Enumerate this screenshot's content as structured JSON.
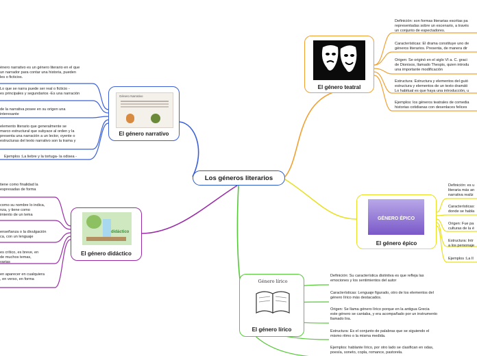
{
  "central": {
    "label": "Los géneros literarios"
  },
  "colors": {
    "narrativo": "#3a5fd8",
    "teatral": "#f0a030",
    "epico": "#e8e020",
    "lirico": "#55c838",
    "didactico": "#9a2aa8",
    "central": "#2a57c8"
  },
  "nodes": {
    "teatral": {
      "title": "El género teatral",
      "icon": "theatre-masks-icon"
    },
    "narrativo": {
      "title": "El género narrativo",
      "icon": "document-thumbnail-icon",
      "image_text": "Género Narrativo"
    },
    "epico": {
      "title": "El género épico",
      "icon": "epic-banner-icon",
      "image_text": "GÉNERO ÉPICO"
    },
    "didactico": {
      "title": "El género didáctico",
      "icon": "didactic-illustration-icon",
      "image_text": "didáctico"
    },
    "lirico": {
      "title": "El género lírico",
      "icon": "open-book-icon",
      "image_text": "Género lírico"
    }
  },
  "leaves": {
    "teatral": [
      "Definición: son formas literarias escritas pa\nrepresentadas sobre un escenario, a través\nun conjunto de espectadores.",
      "Características: El drama constituye uno de\ngéneros literarios. Presenta, de manera dir",
      "Origen: Se originó en el siglo VI a. C. graci\nde Dionisos, llamado Thespis, quien introdu\nuna importante modificación",
      "Estructura: Estructura y elementos del guió\nestructura y elementos de un texto dramáti\nLo habitual es que haya una introducción, u",
      "Ejemplos: los géneros teatrales de comedia\nhistorias cotidianas con desenlaces felices"
    ],
    "narrativo": [
      "énero narrativo es un género literario en el que\nun narrador para contar una historia, pueden\nles o ficticios.",
      "Lo que se narra puede ser real o ficticio -\nes principales y segundarios -Es una narración",
      "de la narrativa posee en su origen una\ninteresante",
      "elemento literario que generalmente se\nmarco estructural que subyace al orden y la\npresenta una narración a un lector, oyente o\nestructuras del texto narrativo son la trama y",
      "Ejemplos :La liebre y la tortuga- la odisea -"
    ],
    "epico": [
      "Definición: es u\nliteraria más an\nnarrativa realiz",
      "Características:\ndonde se habla",
      "Origen: Fue pa\nculturas de la é",
      "Estructura: Intr\na los personaje",
      "Ejemplos :La Il"
    ],
    "didactico": [
      "tiene como finalidad la\nespresadas de forma",
      "como su nombre lo indica,\nnza, y tiene como\nimiento de un tema",
      "enseñanza o la divulgación\nca, con un lenguaje",
      "es crítico, es breve, en\nde muchos temas,\nvarias",
      "en aparecer en cualquiera\n, en verso, en forma"
    ],
    "lirico": [
      "Definición: Su característica distintiva es que refleja las\nemociones y los sentimientos del autor",
      "Características: Lenguaje figurado, otro de los elementos del\ngénero lírico más destacados.",
      "Origen: Se llama género lírico porque en la antigua Grecia\neste género se cantaba, y era acompañado por un instrumento\nllamado lira.",
      "Estructura: Es el conjunto de palabras que se siguiendo el\nmismo ritmo o la misma medida.",
      "Ejemplos: hablante lírico, por otro lado se clasifican en odas,\npoesía, soneto, copla, romance, pastorela."
    ]
  }
}
